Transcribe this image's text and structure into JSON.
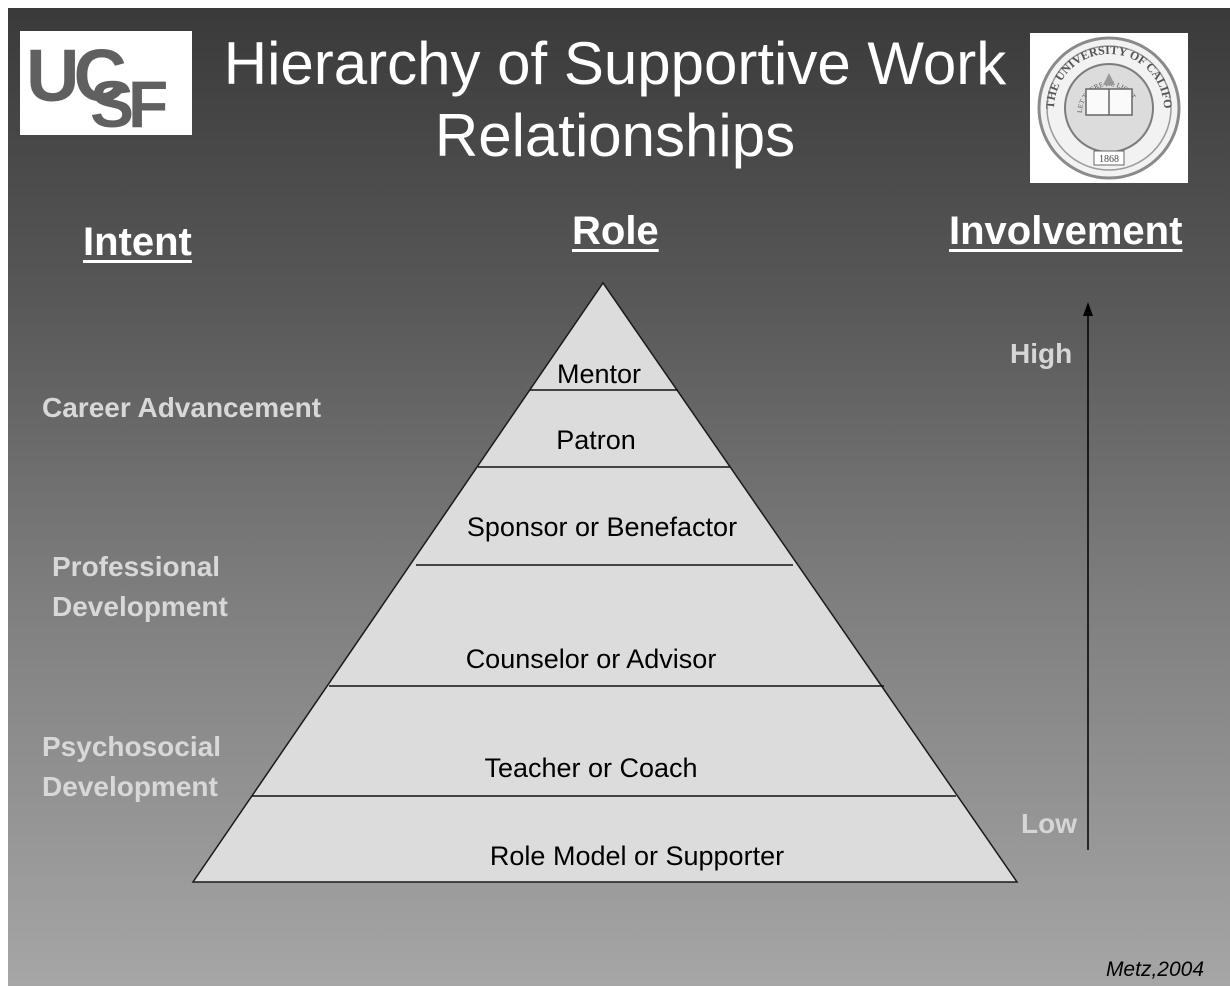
{
  "title": "Hierarchy of Supportive Work\nRelationships",
  "logo": {
    "text_top": "UC",
    "text_bottom": "SF"
  },
  "seal": {
    "text": "THE UNIVERSITY OF CALIFORNIA",
    "motto": "LET THERE BE LIGHT",
    "year": "1868"
  },
  "columns": {
    "intent": "Intent",
    "role": "Role",
    "involvement": "Involvement"
  },
  "intents": [
    "Career Advancement",
    "Professional\nDevelopment",
    "Psychosocial\nDevelopment"
  ],
  "roles": [
    "Mentor",
    "Patron",
    "Sponsor or Benefactor",
    "Counselor or Advisor",
    "Teacher or Coach",
    "Role Model or Supporter"
  ],
  "involvement": {
    "high": "High",
    "low": "Low"
  },
  "credit": "Metz,2004"
}
